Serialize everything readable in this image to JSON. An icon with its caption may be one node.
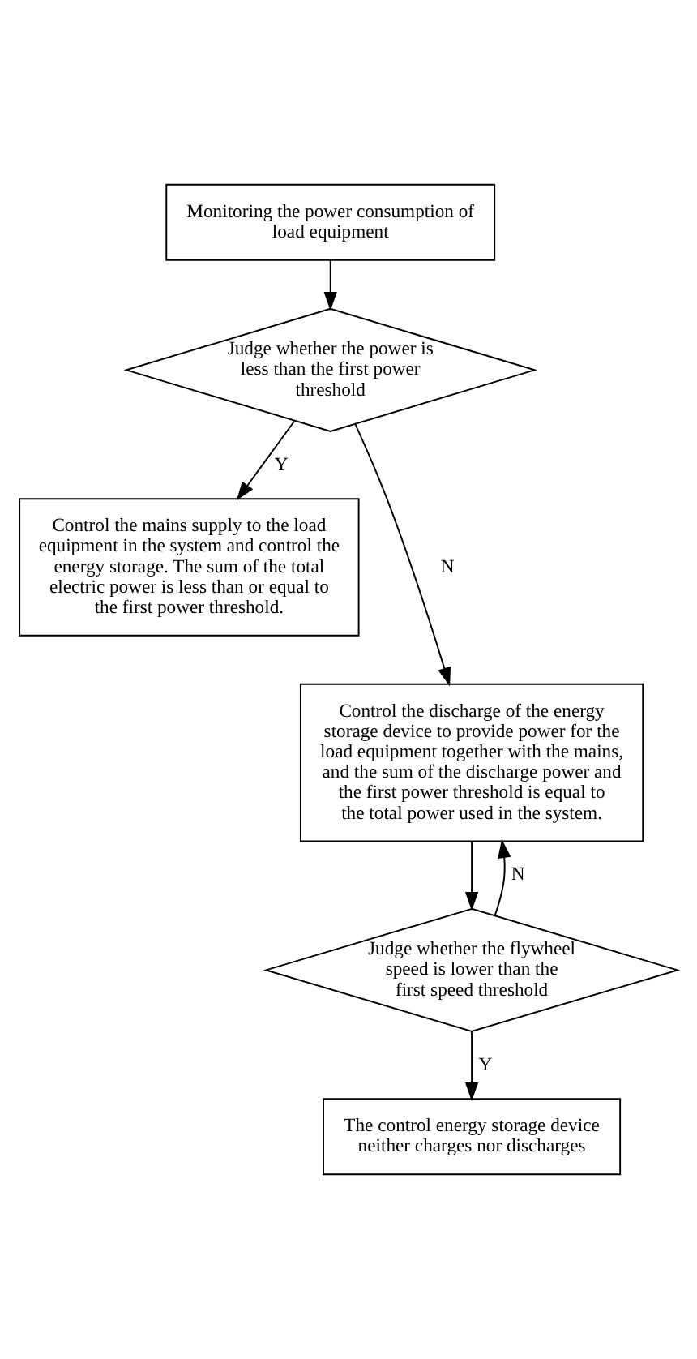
{
  "diagram": {
    "nodes": [
      {
        "text": [
          "Monitoring the power consumption of load equipment"
        ]
      },
      {
        "text": [
          "Judge whether the power is less than the first power threshold"
        ]
      },
      {
        "text": [
          "Control the mains supply to the load equipment in the system and control the energy storage. The sum of the total electric power is less than or equal to the first power threshold."
        ]
      },
      {
        "text": [
          "Control the discharge of the energy storage device to provide power for the load equipment together with the mains, and the sum of the discharge power and the first power threshold is equal to the total power used in the system."
        ]
      },
      {
        "text": [
          "Judge whether the flywheel speed is lower than the first speed threshold"
        ]
      },
      {
        "text": [
          "The control energy storage device neither charges nor discharges"
        ]
      }
    ],
    "edges": [
      {
        "from": 0,
        "to": 1,
        "arrow": "to"
      },
      {
        "from": 1,
        "to": 2,
        "arrow": "to",
        "label": "Y"
      },
      {
        "from": 1,
        "to": 3,
        "arrow": "to",
        "label": "N"
      },
      {
        "from": 3,
        "to": 4,
        "arrow": "to"
      },
      {
        "from": 4,
        "to": 3,
        "arrow": "to",
        "label": "N"
      },
      {
        "from": 4,
        "to": 5,
        "arrow": "to",
        "label": "Y"
      }
    ]
  }
}
